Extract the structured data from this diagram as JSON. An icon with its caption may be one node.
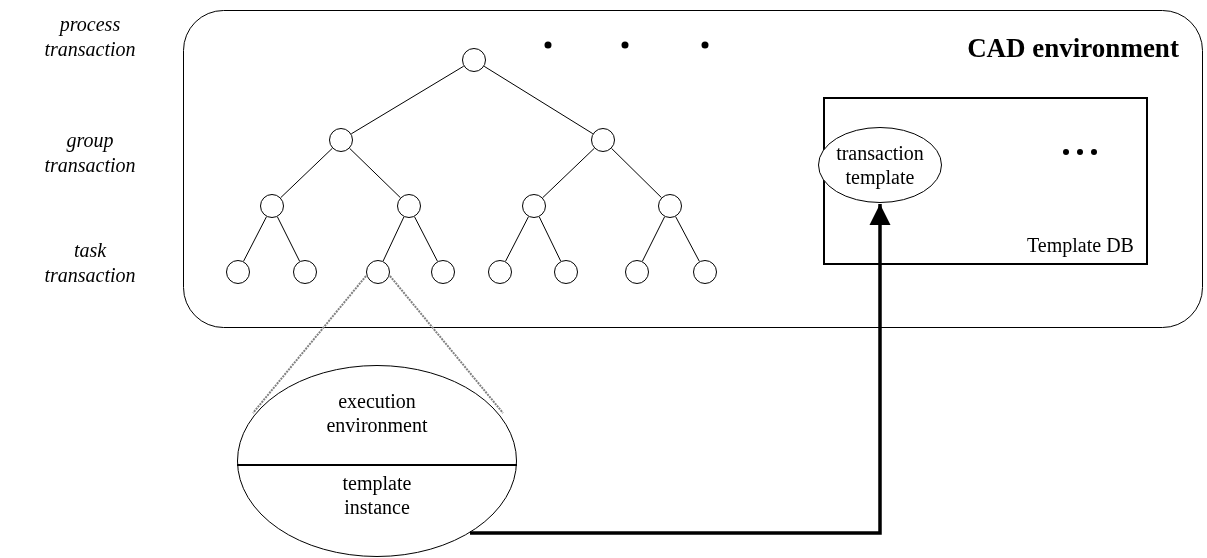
{
  "diagram": {
    "nodes": [
      {
        "text": [
          "CAD environment"
        ]
      },
      {
        "text": [],
        "shape": "circle",
        "in": 0
      },
      {
        "text": [],
        "shape": "circle",
        "in": 0
      },
      {
        "text": [],
        "shape": "circle",
        "in": 0
      },
      {
        "text": [],
        "shape": "circle",
        "in": 0
      },
      {
        "text": [],
        "shape": "circle",
        "in": 0
      },
      {
        "text": [],
        "shape": "circle",
        "in": 0
      },
      {
        "text": [],
        "shape": "circle",
        "in": 0
      },
      {
        "text": [],
        "shape": "circle",
        "in": 0
      },
      {
        "text": [],
        "shape": "circle",
        "in": 0
      },
      {
        "text": [],
        "shape": "circle",
        "in": 0
      },
      {
        "text": [],
        "shape": "circle",
        "in": 0
      },
      {
        "text": [],
        "shape": "circle",
        "in": 0
      },
      {
        "text": [],
        "shape": "circle",
        "in": 0
      },
      {
        "text": [],
        "shape": "circle",
        "in": 0
      },
      {
        "text": [],
        "shape": "circle",
        "in": 0
      },
      {
        "text": [
          "Template DB"
        ],
        "in": 0
      },
      {
        "text": [
          "transaction template"
        ],
        "in": 16
      },
      {
        "text": [
          "execution environment",
          "template instance"
        ]
      }
    ],
    "edges": [
      {
        "from": 1,
        "to": 2,
        "arrow": "none"
      },
      {
        "from": 1,
        "to": 3,
        "arrow": "none"
      },
      {
        "from": 2,
        "to": 4,
        "arrow": "none"
      },
      {
        "from": 2,
        "to": 5,
        "arrow": "none"
      },
      {
        "from": 3,
        "to": 6,
        "arrow": "none"
      },
      {
        "from": 3,
        "to": 7,
        "arrow": "none"
      },
      {
        "from": 4,
        "to": 8,
        "arrow": "none"
      },
      {
        "from": 4,
        "to": 9,
        "arrow": "none"
      },
      {
        "from": 5,
        "to": 10,
        "arrow": "none"
      },
      {
        "from": 5,
        "to": 11,
        "arrow": "none"
      },
      {
        "from": 6,
        "to": 12,
        "arrow": "none"
      },
      {
        "from": 6,
        "to": 13,
        "arrow": "none"
      },
      {
        "from": 7,
        "to": 14,
        "arrow": "none"
      },
      {
        "from": 7,
        "to": 15,
        "arrow": "none"
      },
      {
        "from": 10,
        "to": 18,
        "arrow": "none",
        "style": "dashed",
        "color": "#808080"
      },
      {
        "from": 10,
        "to": 18,
        "arrow": "none",
        "style": "dashed",
        "color": "#808080"
      },
      {
        "from": 18,
        "to": 17,
        "arrow": "to",
        "style": "thick"
      }
    ],
    "labels": [
      "process transaction",
      "group transaction",
      "task transaction"
    ]
  }
}
